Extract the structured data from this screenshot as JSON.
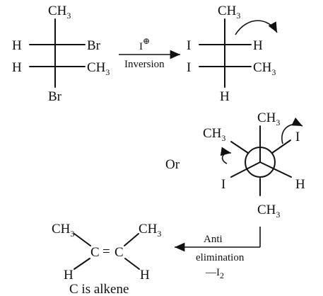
{
  "reaction": {
    "reactant": {
      "top": "CH",
      "top_sub": "3",
      "left_upper": "H",
      "right_upper": "Br",
      "left_lower": "H",
      "right_lower": "CH",
      "right_lower_sub": "3",
      "bottom": "Br"
    },
    "arrow1": {
      "reagent": "I",
      "reagent_charge": "⊕",
      "condition": "Inversion"
    },
    "intermediate": {
      "top": "CH",
      "top_sub": "3",
      "left_upper": "I",
      "right_upper": "H",
      "left_lower": "I",
      "right_lower": "CH",
      "right_lower_sub": "3",
      "bottom": "H"
    },
    "or_label": "Or",
    "newman": {
      "front_top": "CH",
      "front_top_sub": "3",
      "front_left": "I",
      "front_right": "H",
      "back_upper_left": "CH",
      "back_upper_left_sub": "3",
      "back_upper_right": "I",
      "back_bottom": "CH",
      "back_bottom_sub": "3"
    },
    "arrow2": {
      "label_1": "Anti",
      "label_2": "elimination",
      "label_3": "—I",
      "label_3_sub": "2"
    },
    "product": {
      "left_top": "CH",
      "left_top_sub": "3",
      "right_top": "CH",
      "right_top_sub": "3",
      "left_c": "C",
      "double_bond": "=",
      "right_c": "C",
      "left_bottom": "H",
      "right_bottom": "H",
      "caption": "C is alkene"
    }
  }
}
